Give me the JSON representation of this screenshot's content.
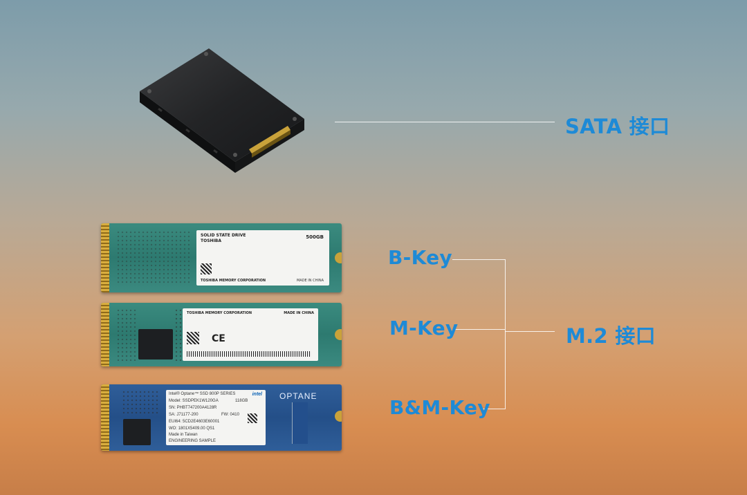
{
  "labels": {
    "sata": "SATA 接口",
    "b_key": "B-Key",
    "m_key": "M-Key",
    "bm_key": "B&M-Key",
    "m2": "M.2 接口"
  },
  "ssd_label_text": {
    "toshiba_title": "SOLID STATE DRIVE",
    "toshiba_brand": "TOSHIBA",
    "toshiba_capacity": "500GB",
    "toshiba_footer": "TOSHIBA MEMORY CORPORATION",
    "toshiba_origin": "MADE IN CHINA",
    "toshiba2_header": "TOSHIBA MEMORY CORPORATION",
    "toshiba2_origin": "MADE IN CHINA",
    "intel_line1": "Intel® Optane™ SSD 800P SERIES",
    "intel_line2": "Model: SSDPEK1W120GA",
    "intel_capacity": "118GB",
    "intel_line3": "SN: PHBT747200A4128R",
    "intel_line4a": "SA: J71177-200",
    "intel_line4b": "FW: 0410",
    "intel_line5": "EUI64: 5CD2E4603E60001",
    "intel_line6": "WO: 1801X5409.00  QS1",
    "intel_line7": "Made in Taiwan",
    "intel_line8": "ENGINEERING SAMPLE",
    "intel_logo": "intel",
    "intel_side": "OPTANE"
  },
  "colors": {
    "label_blue": "#1e8ad6",
    "line": "#ffffff"
  }
}
